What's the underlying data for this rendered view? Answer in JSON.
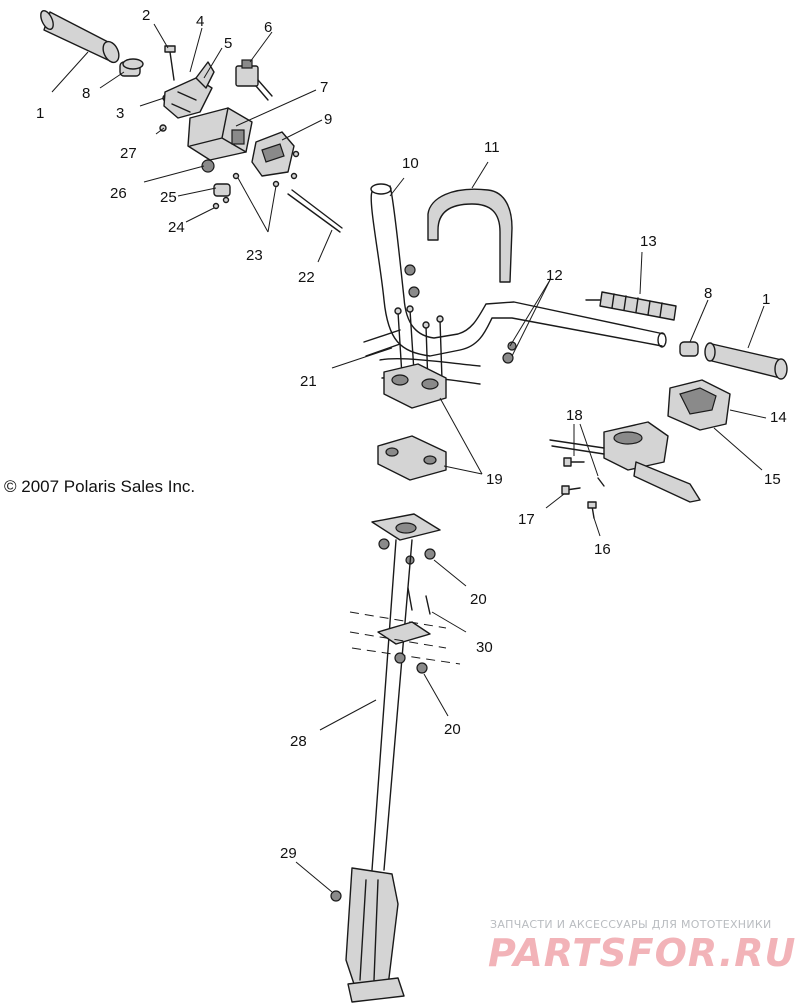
{
  "copyright": "© 2007 Polaris Sales Inc.",
  "watermark": {
    "tagline": "ЗАПЧАСТИ И АКСЕССУАРЫ ДЛЯ МОТОТЕХНИКИ",
    "brand": "PARTSFOR.RU"
  },
  "callouts": {
    "c1a": "1",
    "c2": "2",
    "c3": "3",
    "c4": "4",
    "c5": "5",
    "c6": "6",
    "c7": "7",
    "c8a": "8",
    "c9": "9",
    "c10": "10",
    "c11": "11",
    "c12": "12",
    "c13": "13",
    "c8b": "8",
    "c1b": "1",
    "c14": "14",
    "c15": "15",
    "c16": "16",
    "c17": "17",
    "c18": "18",
    "c19": "19",
    "c20a": "20",
    "c20b": "20",
    "c21": "21",
    "c22": "22",
    "c23": "23",
    "c24": "24",
    "c25": "25",
    "c26": "26",
    "c27": "27",
    "c28": "28",
    "c29": "29",
    "c30": "30"
  }
}
